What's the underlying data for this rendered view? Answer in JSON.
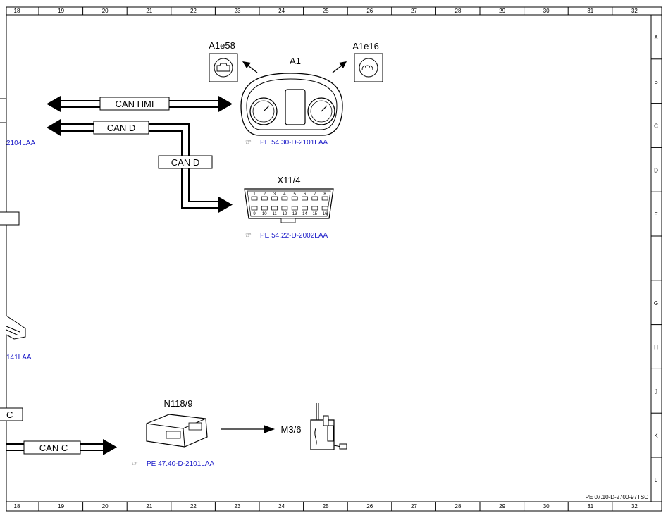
{
  "grid": {
    "columns": [
      "18",
      "19",
      "20",
      "21",
      "22",
      "23",
      "24",
      "25",
      "26",
      "27",
      "28",
      "29",
      "30",
      "31",
      "32"
    ],
    "rows": [
      "A",
      "B",
      "C",
      "D",
      "E",
      "F",
      "G",
      "H",
      "J",
      "K",
      "L"
    ]
  },
  "components": {
    "a1": "A1",
    "a1e58": "A1e58",
    "a1e16": "A1e16",
    "x11_4": "X11/4",
    "n118_9": "N118/9",
    "m3_6": "M3/6"
  },
  "buses": {
    "can_hmi": "CAN HMI",
    "can_d_top": "CAN D",
    "can_d_mid": "CAN D",
    "can_c": "CAN C"
  },
  "references": {
    "a1_ref": "PE 54.30-D-2101LAA",
    "x11_ref": "PE 54.22-D-2002LAA",
    "n118_ref": "PE 47.40-D-2101LAA",
    "left_ref_top": "2104LAA",
    "left_ref_mid": "141LAA"
  },
  "connector_pins": {
    "top": [
      "1",
      "2",
      "3",
      "4",
      "5",
      "6",
      "7",
      "8"
    ],
    "bottom": [
      "9",
      "10",
      "11",
      "12",
      "13",
      "14",
      "15",
      "16"
    ]
  },
  "footer": {
    "doc_code": "PE 07.10-D-2700-97TSC"
  }
}
